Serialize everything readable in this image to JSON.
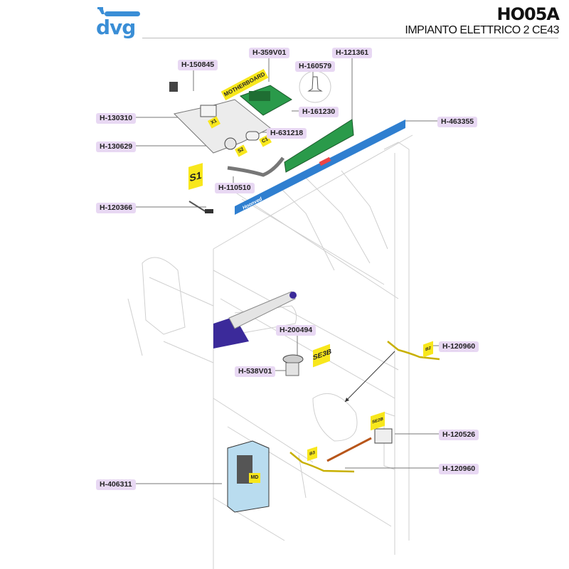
{
  "header": {
    "logo_text": "dvg",
    "model_code": "HO05A",
    "section_title": "IMPIANTO ELETTRICO 2 CE43"
  },
  "colors": {
    "logo_blue": "#3a8ed6",
    "callout_bg": "#e8d8f3",
    "tag_yellow": "#f8e71c",
    "panel_blue": "#2f7fd0",
    "pcb_green": "#2a9a4a",
    "pump_blue": "#b9dcef",
    "arm_purple": "#3b2a9a"
  },
  "callouts": {
    "c150845": "H-150845",
    "c359V01": "H-359V01",
    "c121361": "H-121361",
    "c160579": "H-160579",
    "c130310": "H-130310",
    "c161230": "H-161230",
    "c631218": "H-631218",
    "c463355": "H-463355",
    "c130629": "H-130629",
    "c110510": "H-110510",
    "c120366": "H-120366",
    "c200494": "H-200494",
    "c120960a": "H-120960",
    "c538V01": "H-538V01",
    "c120526": "H-120526",
    "c120960b": "H-120960",
    "c406311": "H-406311"
  },
  "tags": {
    "motherboard": "MOTHERBOARD",
    "x1": "X1",
    "c1": "C1",
    "s2": "S2",
    "s1": "S1",
    "se3b": "SE3B",
    "b2": "B2",
    "se2b": "SE2B",
    "b3": "B3",
    "md": "MD"
  },
  "panel": {
    "brand": "Hoonved"
  }
}
